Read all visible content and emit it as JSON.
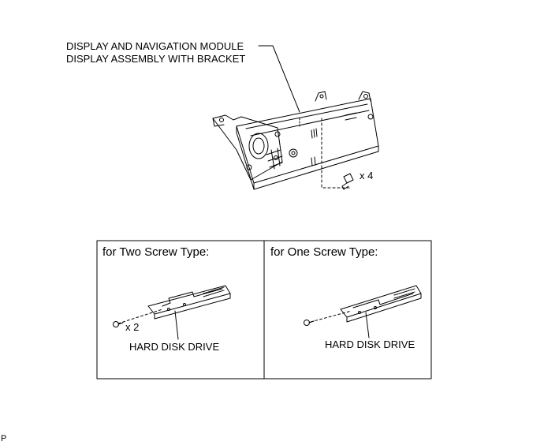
{
  "main_callout": {
    "line1": "DISPLAY AND NAVIGATION MODULE",
    "line2": "DISPLAY ASSEMBLY WITH BRACKET"
  },
  "main_screw_qty": "x 4",
  "panels": [
    {
      "header": "for Two Screw Type:",
      "screw_qty": "x 2",
      "part_label": "HARD DISK DRIVE"
    },
    {
      "header": "for One Screw Type:",
      "part_label": "HARD DISK DRIVE"
    }
  ],
  "corner_code": "P"
}
